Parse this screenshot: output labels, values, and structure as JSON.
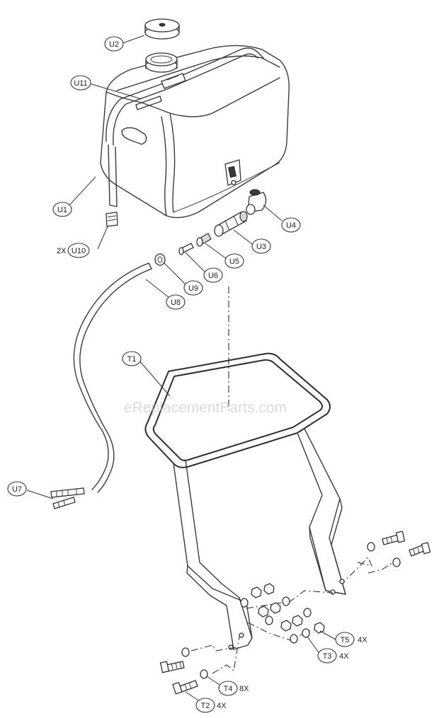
{
  "watermark": "eReplacementParts.com",
  "callouts": {
    "U2": "U2",
    "U11": "U11",
    "U1": "U1",
    "U10": "U10",
    "U4": "U4",
    "U3": "U3",
    "U5": "U5",
    "U6": "U6",
    "U9": "U9",
    "U8": "U8",
    "T1": "T1",
    "U7": "U7",
    "T5": "T5",
    "T3": "T3",
    "T4": "T4",
    "T2": "T2"
  },
  "quantities": {
    "U10": "2X",
    "T5": "4X",
    "T3": "4X",
    "T4": "8X",
    "T2": "4X"
  }
}
